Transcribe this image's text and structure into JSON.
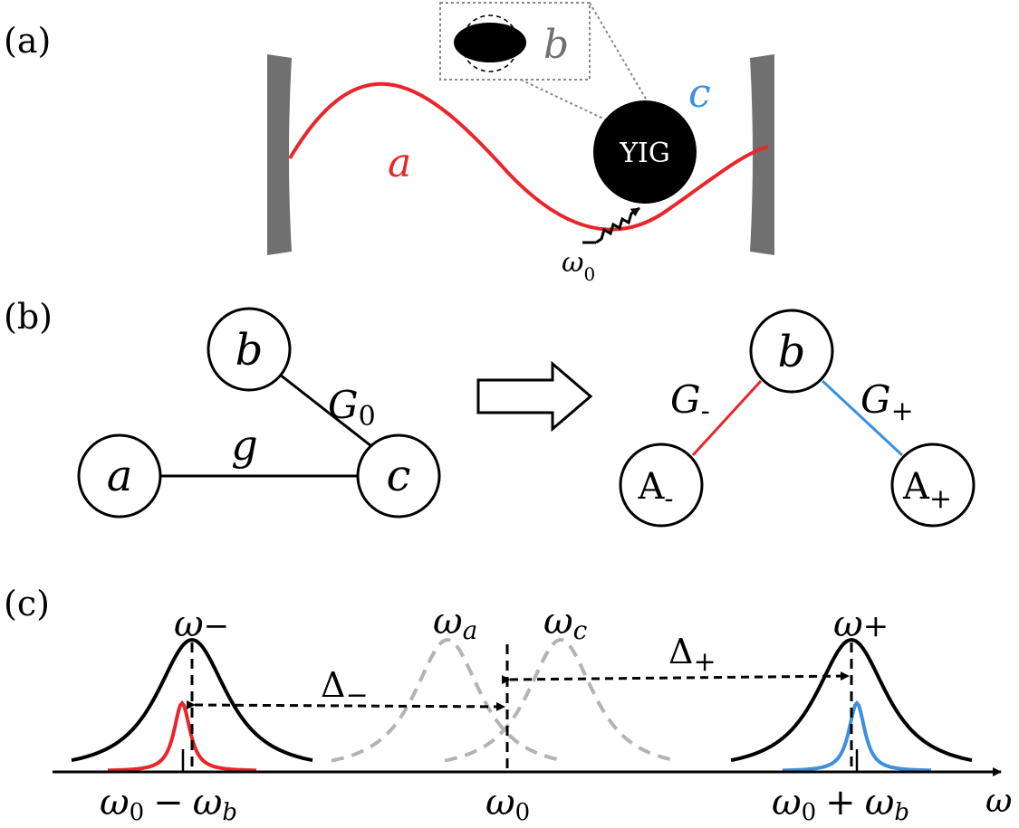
{
  "colors": {
    "red": "#e8262b",
    "blue": "#3d8fe0",
    "gray": "#707070",
    "dashgray": "#b3b3b3",
    "black": "#000000"
  },
  "panel_a": {
    "label": "(a)",
    "mode_cavity": "a",
    "mode_magnon": "c",
    "mode_phonon": "b",
    "sphere_label": "YIG",
    "drive": "ω",
    "drive_sub": "0"
  },
  "panel_b": {
    "label": "(b)",
    "left": {
      "node_a": "a",
      "node_b": "b",
      "node_c": "c",
      "coupling_ac": "g",
      "coupling_bc": "G",
      "coupling_bc_sub": "0"
    },
    "right": {
      "node_b": "b",
      "node_minus": "A",
      "node_minus_sub": "-",
      "node_plus": "A",
      "node_plus_sub": "+",
      "coupling_minus": "G",
      "coupling_minus_sub": "-",
      "coupling_plus": "G",
      "coupling_plus_sub": "+"
    }
  },
  "panel_c": {
    "label": "(c)",
    "peak_minus": "ω",
    "peak_minus_sub": "−",
    "peak_a": "ω",
    "peak_a_sub": "a",
    "peak_c": "ω",
    "peak_c_sub": "c",
    "peak_plus": "ω",
    "peak_plus_sub": "+",
    "delta_minus": "Δ",
    "delta_minus_sub": "−",
    "delta_plus": "Δ",
    "delta_plus_sub": "+",
    "tick_left_w": "ω",
    "tick_left_sub0": "0",
    "tick_left_op": "−",
    "tick_left_w2": "ω",
    "tick_left_sub2": "b",
    "tick_center_w": "ω",
    "tick_center_sub": "0",
    "tick_right_w": "ω",
    "tick_right_sub0": "0",
    "tick_right_op": "+",
    "tick_right_w2": "ω",
    "tick_right_sub2": "b",
    "axis_label": "ω"
  }
}
